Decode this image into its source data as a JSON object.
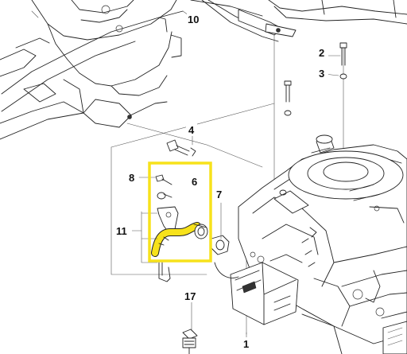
{
  "callouts": [
    {
      "id": "callout-1",
      "text": "1"
    },
    {
      "id": "callout-2",
      "text": "2"
    },
    {
      "id": "callout-3",
      "text": "3"
    },
    {
      "id": "callout-4",
      "text": "4"
    },
    {
      "id": "callout-6",
      "text": "6"
    },
    {
      "id": "callout-7",
      "text": "7"
    },
    {
      "id": "callout-8",
      "text": "8"
    },
    {
      "id": "callout-10",
      "text": "10"
    },
    {
      "id": "callout-11",
      "text": "11"
    },
    {
      "id": "callout-17",
      "text": "17"
    }
  ],
  "highlight": {
    "part": "6",
    "color": "#f7e21b"
  },
  "colors": {
    "line": "#222222",
    "background": "#ffffff",
    "highlight": "#f7e21b",
    "hose": "#f7e21b"
  }
}
